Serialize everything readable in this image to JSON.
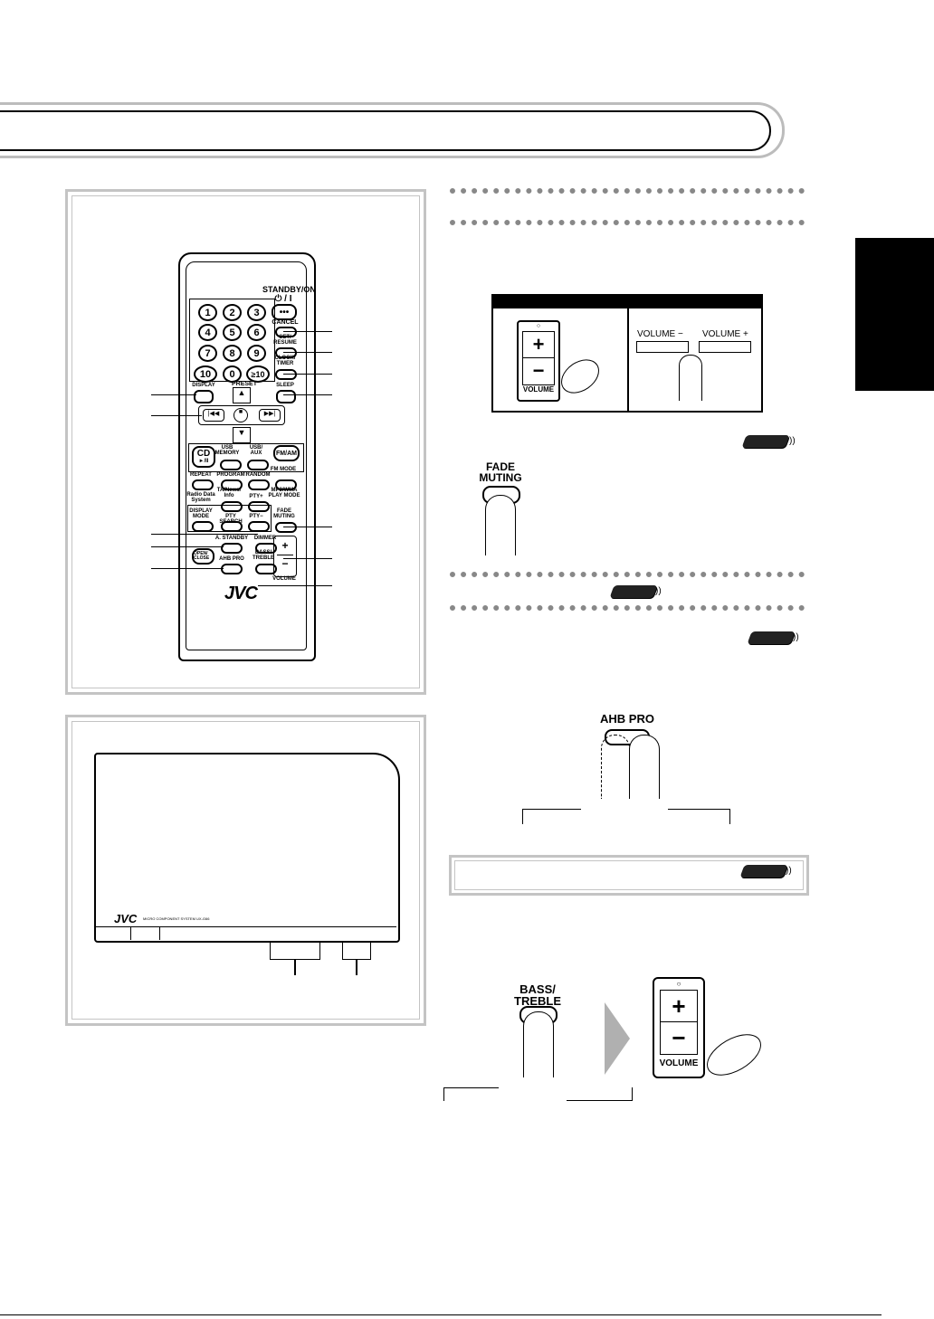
{
  "remote": {
    "standby_label": "STANDBY/ON",
    "standby_symbol": "⏻ / I",
    "num_buttons": [
      "1",
      "2",
      "3",
      "4",
      "5",
      "6",
      "7",
      "8",
      "9",
      "10",
      "0",
      "≥10"
    ],
    "cancel": "CANCEL",
    "set_resume": "SET/ RESUME",
    "clock_timer": "CLOCK/ TIMER",
    "display": "DISPLAY",
    "preset": "PRESET",
    "sleep": "SLEEP",
    "cd": "CD",
    "cd_sub": "►/II",
    "usb_memory": "USB MEMORY",
    "usb_aux": "USB/ AUX",
    "fm_am": "FM/AM",
    "repeat": "REPEAT",
    "program": "PROGRAM",
    "random": "RANDOM",
    "fm_mode": "FM MODE",
    "radio_data_system": "Radio Data System",
    "ta_news_info": "TA/News/ Info",
    "pty_plus": "PTY+",
    "mp3_play_mode": "MP3/WMA PLAY MODE",
    "display_mode": "DISPLAY MODE",
    "pty_search": "PTY SEARCH",
    "pty_minus": "PTY−",
    "fade_muting": "FADE MUTING",
    "a_standby": "A. STANDBY",
    "dimmer": "DIMMER",
    "open_close": "OPEN/ CLOSE",
    "ahb_pro": "AHB PRO",
    "bass_treble": "BASS/ TREBLE",
    "volume": "VOLUME",
    "brand": "JVC"
  },
  "unit": {
    "brand": "JVC",
    "model_text": "MICRO COMPONENT SYSTEM  UX-G66"
  },
  "volume_panel": {
    "volume": "VOLUME",
    "vol_minus": "VOLUME −",
    "vol_plus": "VOLUME +"
  },
  "fade_muting": "FADE MUTING",
  "ahb_pro": "AHB PRO",
  "bass_treble": "BASS/ TREBLE",
  "volume": "VOLUME"
}
